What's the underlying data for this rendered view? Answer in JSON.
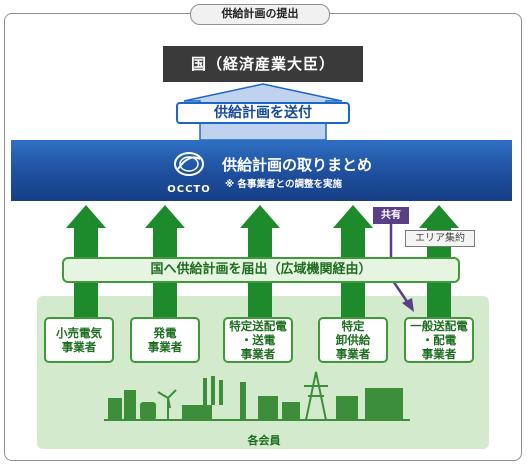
{
  "frame_title": "供給計画の提出",
  "nation_box": "国（経済産業大臣）",
  "send_label": "供給計画を送付",
  "occto": {
    "logo_text": "OCCTO",
    "main": "供給計画の取りまとめ",
    "sub": "※ 各事業者との調整を実施"
  },
  "notify_band": "国へ供給計画を届出（広域機関経由）",
  "share_badge": "共有",
  "area_badge": "エリア集約",
  "businesses": [
    {
      "label": "小売電気\n事業者"
    },
    {
      "label": "発電\n事業者"
    },
    {
      "label": "特定送配電\n・送電\n事業者"
    },
    {
      "label": "特定\n卸供給\n事業者"
    },
    {
      "label": "一般送配電\n・配電\n事業者"
    }
  ],
  "members_label": "各会員",
  "colors": {
    "nation_bg": "#3a3a3a",
    "occto_blue": "#1e4f9d",
    "green_arrow": "#1d8a2c",
    "members_bg": "#d3ebcc",
    "share_purple": "#5a3f86"
  }
}
